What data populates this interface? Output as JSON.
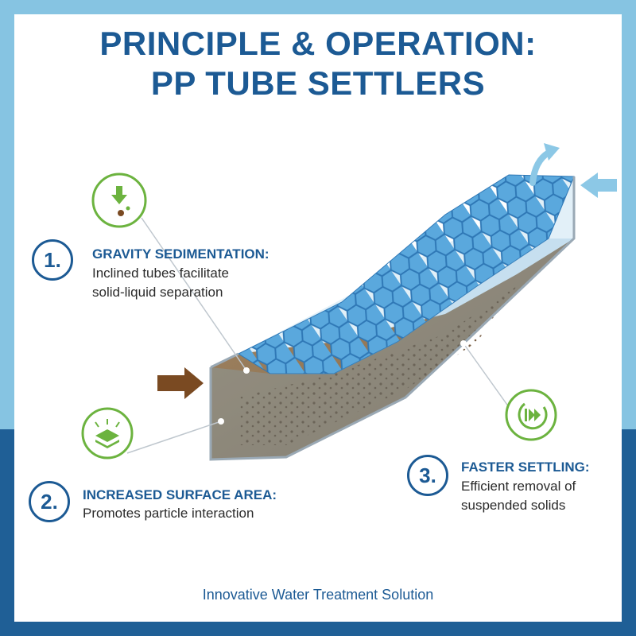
{
  "title": {
    "line1": "PRINCIPLE & OPERATION:",
    "line2": "PP TUBE SETTLERS"
  },
  "steps": [
    {
      "number": "1.",
      "heading": "GRAVITY SEDIMENTATION:",
      "desc_line1": "Inclined tubes facilitate",
      "desc_line2": "solid-liquid separation",
      "icon": "gravity-drop-icon"
    },
    {
      "number": "2.",
      "heading": "INCREASED SURFACE AREA:",
      "desc_line1": "Promotes particle interaction",
      "icon": "layers-surface-icon"
    },
    {
      "number": "3.",
      "heading": "FASTER SETTLING:",
      "desc_line1": "Efficient removal of",
      "desc_line2": "suspended solids",
      "icon": "fast-forward-icon"
    }
  ],
  "footer": "Innovative Water Treatment Solution",
  "colors": {
    "primary_blue": "#1c5a94",
    "accent_green": "#6cb33f",
    "sky_blue": "#86c4e2",
    "sludge_brown": "#8b6a45",
    "inflow_arrow": "#7a4a22"
  }
}
